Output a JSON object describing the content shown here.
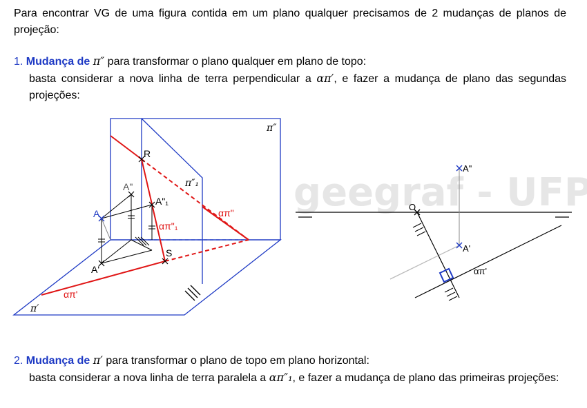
{
  "intro": "Para encontrar VG de uma figura contida em um plano qualquer precisamos de 2 mudanças de planos de projeção:",
  "step1": {
    "number": "1.",
    "title_bold": "Mudança de",
    "symbol": "π″",
    "title_rest": "para transformar o plano qualquer em plano de topo:",
    "desc_a": "basta considerar a nova linha de terra perpendicular a",
    "desc_sym": "απ′",
    "desc_b": ", e fazer a mudança de plano das segundas projeções:"
  },
  "step2": {
    "number": "2.",
    "title_bold": "Mudança de",
    "symbol": "π′",
    "title_rest": "para transformar o plano de topo em plano horizontal:",
    "desc_a": "basta considerar a nova linha de terra paralela a",
    "desc_sym": "απ″₁",
    "desc_b": ", e fazer a mudança de plano das primeiras projeções:"
  },
  "figure_left": {
    "labels": {
      "pi2": "π″",
      "pi2_1": "π″₁",
      "pi1": "π′",
      "R": "R",
      "S": "S",
      "A": "A",
      "A2": "A\"",
      "A1": "A'",
      "A2_1": "A\"₁",
      "trace_api2": "απ\"",
      "trace_api2_1": "απ\"₁",
      "trace_api1": "απ'"
    }
  },
  "figure_right": {
    "labels": {
      "O": "O",
      "A2": "A\"",
      "A1": "A'",
      "trace_api1": "απ'"
    }
  },
  "watermark": "geegraf - UFPR",
  "colors": {
    "blue": "#1d39c4",
    "red": "#e01515",
    "gray": "#bbbbbb",
    "watermark": "#e6e6e6"
  }
}
